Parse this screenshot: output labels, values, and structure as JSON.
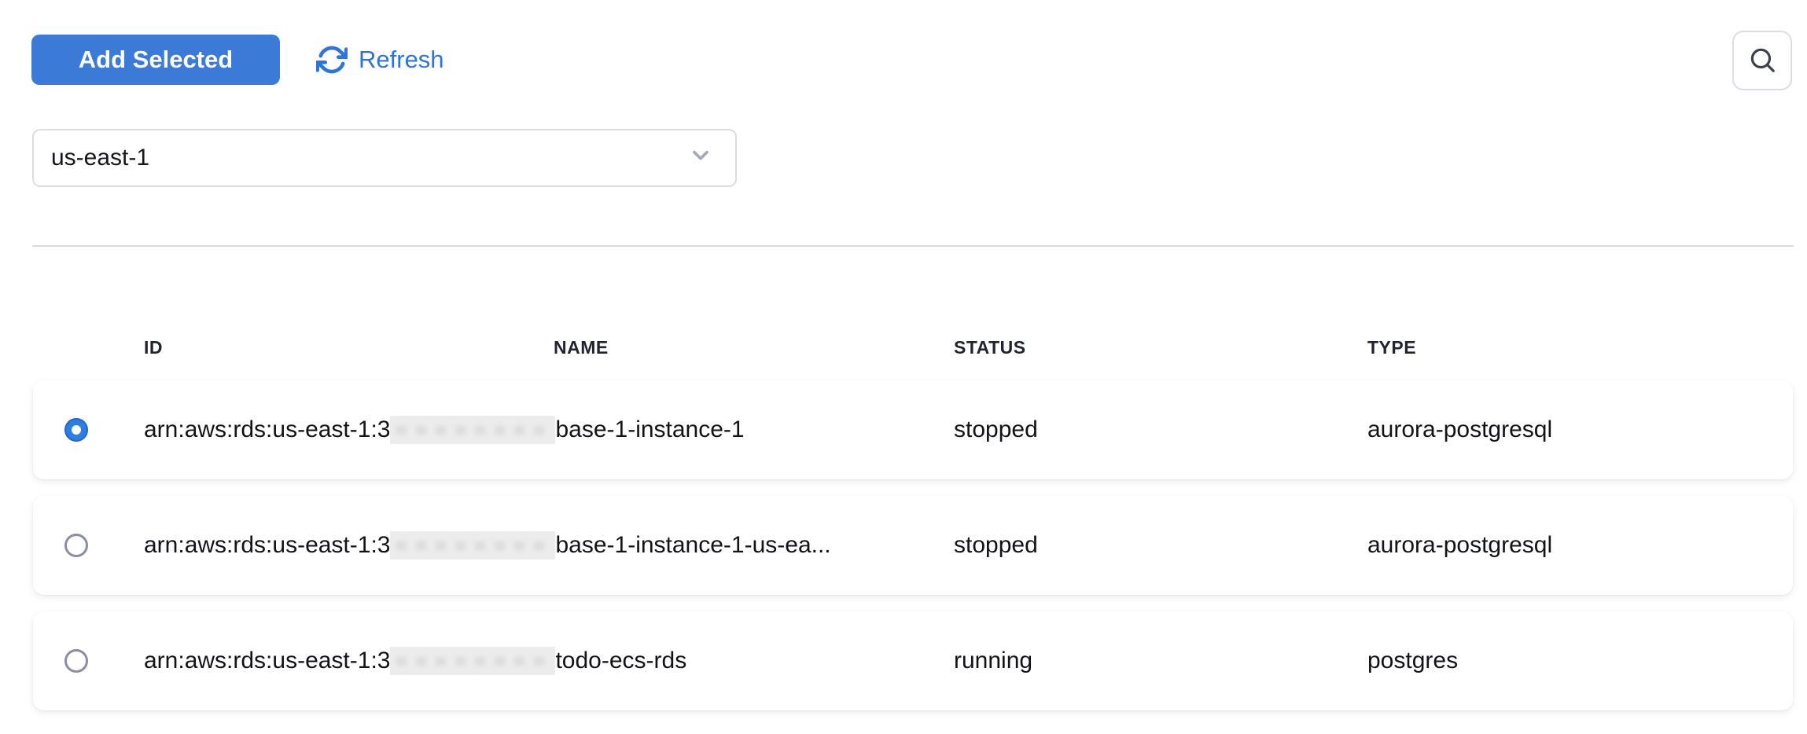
{
  "toolbar": {
    "add_selected": "Add Selected",
    "refresh": "Refresh"
  },
  "filters": {
    "region": "us-east-1"
  },
  "table": {
    "columns": [
      {
        "label": "ID"
      },
      {
        "label": "NAME"
      },
      {
        "label": "STATUS"
      },
      {
        "label": "TYPE"
      }
    ],
    "rows": [
      {
        "selected": true,
        "id_prefix": "arn:aws:rds:us-east-1:3",
        "id_redacted": true,
        "id_suffix": "base-1-instance-1",
        "status": "stopped",
        "type": "aurora-postgresql"
      },
      {
        "selected": false,
        "id_prefix": "arn:aws:rds:us-east-1:3",
        "id_redacted": true,
        "id_suffix": "base-1-instance-1-us-ea...",
        "status": "stopped",
        "type": "aurora-postgresql"
      },
      {
        "selected": false,
        "id_prefix": "arn:aws:rds:us-east-1:3",
        "id_redacted": true,
        "id_suffix": "todo-ecs-rds",
        "status": "running",
        "type": "postgres"
      }
    ]
  },
  "icons": {
    "refresh": "circular-arrows",
    "search": "magnifying-glass",
    "chevron_down": "chevron-down"
  },
  "colors": {
    "primary_button_blue": "#3b7ad7",
    "link_blue": "#2e74d9",
    "radio_selected_blue": "#2d7de2",
    "border_gray": "#dbdde7",
    "divider_gray": "#d8dae2",
    "redacted_gray": "#ececec"
  }
}
